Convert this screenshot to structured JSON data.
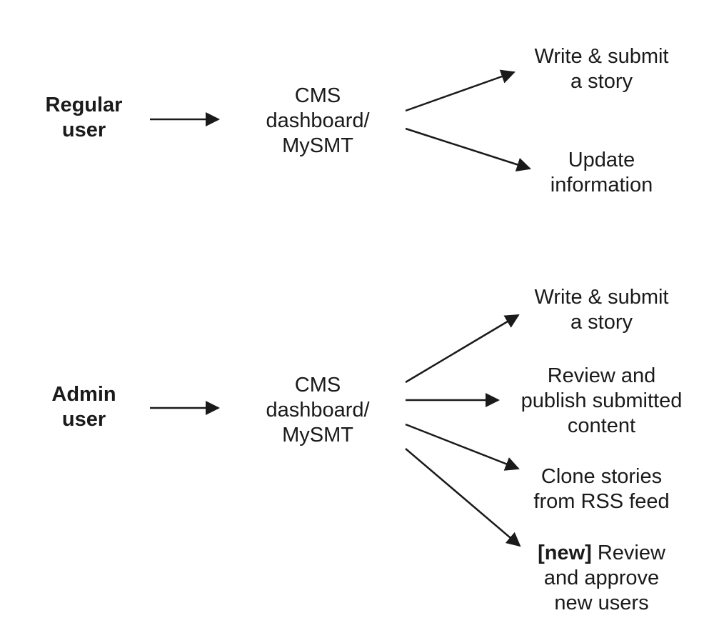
{
  "groups": [
    {
      "actor": [
        "Regular",
        "user"
      ],
      "hub": [
        "CMS",
        "dashboard/",
        "MySMT"
      ],
      "actions": [
        {
          "lines": [
            "Write & submit",
            "a story"
          ]
        },
        {
          "lines": [
            "Update",
            "information"
          ]
        }
      ]
    },
    {
      "actor": [
        "Admin",
        "user"
      ],
      "hub": [
        "CMS",
        "dashboard/",
        "MySMT"
      ],
      "actions": [
        {
          "lines": [
            "Write & submit",
            "a story"
          ]
        },
        {
          "lines": [
            "Review and",
            "publish submitted",
            "content"
          ]
        },
        {
          "lines": [
            "Clone stories",
            "from RSS feed"
          ]
        },
        {
          "tag": "[new]",
          "lines": [
            " Review",
            "and approve",
            "new users"
          ]
        }
      ]
    }
  ],
  "colors": {
    "stroke": "#1a1a1a",
    "text": "#1a1a1a",
    "background": "#ffffff"
  }
}
